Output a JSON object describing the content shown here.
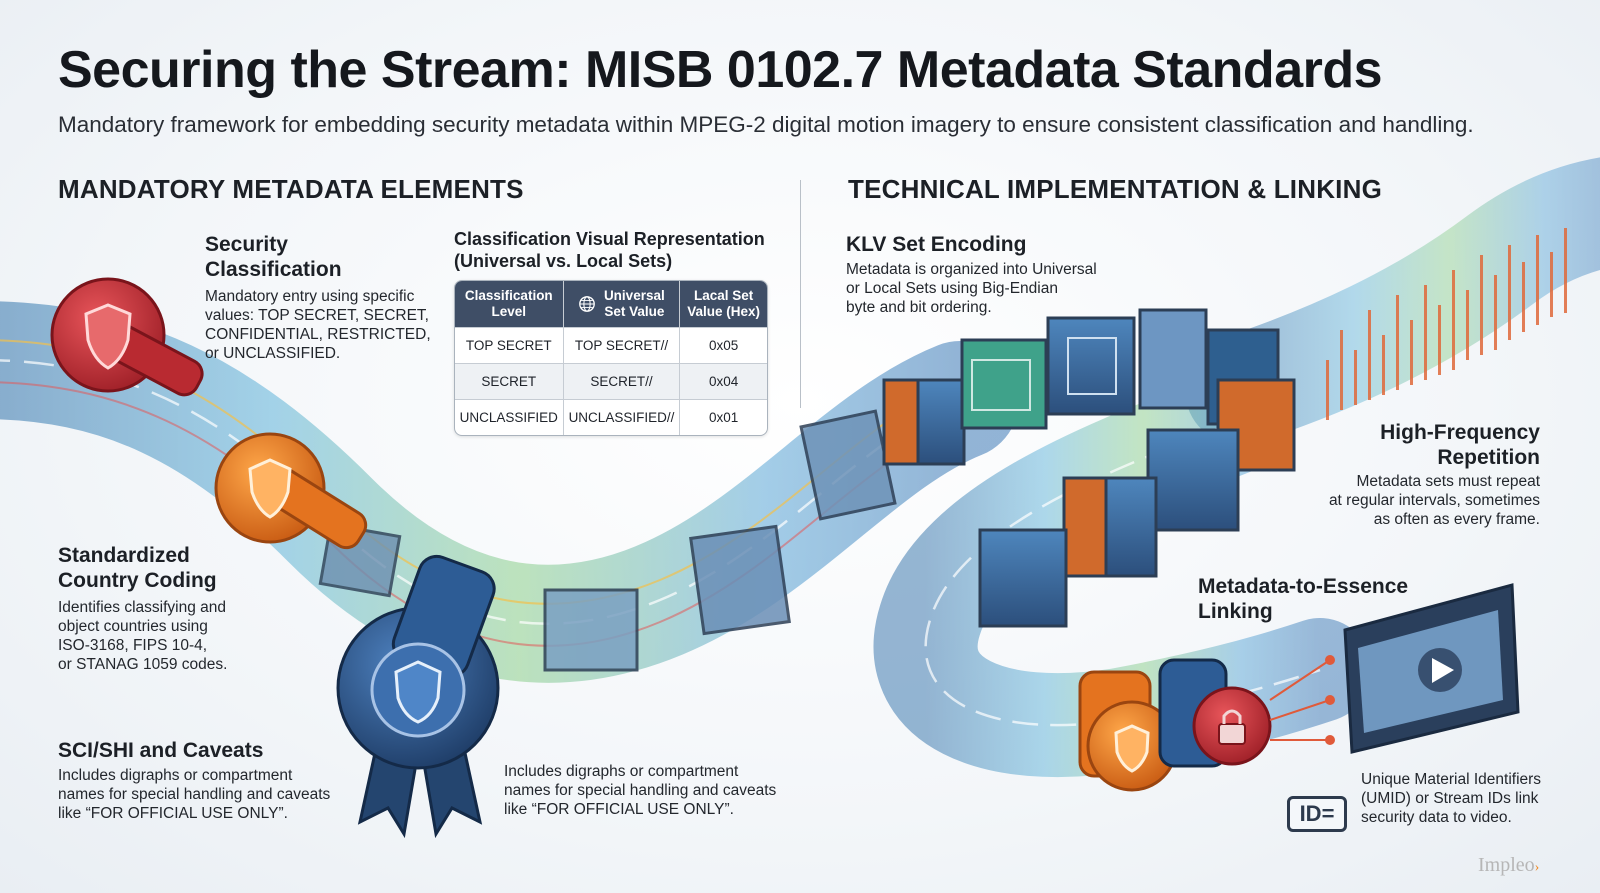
{
  "header": {
    "title": "Securing the Stream: MISB 0102.7 Metadata Standards",
    "subtitle": "Mandatory framework for embedding security metadata within MPEG-2 digital motion imagery to ensure consistent classification and handling."
  },
  "left": {
    "heading": "MANDATORY METADATA ELEMENTS",
    "security": {
      "title_line1": "Security",
      "title_line2": "Classification",
      "body": [
        "Mandatory entry using specific",
        "values: TOP SECRET, SECRET,",
        "CONFIDENTIAL, RESTRICTED,",
        "or UNCLASSIFIED."
      ]
    },
    "country": {
      "title_line1": "Standardized",
      "title_line2": "Country Coding",
      "body": [
        "Identifies classifying and",
        "object countries using",
        "ISO-3168, FIPS 10-4,",
        "or STANAG 1059 codes."
      ]
    },
    "sci": {
      "title": "SCI/SHI and Caveats",
      "body": [
        "Includes digraphs or compartment",
        "names for special handling and caveats",
        "like “FOR OFFICIAL USE ONLY”."
      ]
    },
    "mid_note": {
      "body": [
        "Includes digraphs or compartment",
        "names for special handling and caveats",
        "like “FOR OFFICIAL USE ONLY”."
      ]
    }
  },
  "table": {
    "title_line1": "Classification Visual Representation",
    "title_line2": "(Universal vs. Local Sets)",
    "headers": [
      {
        "line1": "Classification",
        "line2": "Level"
      },
      {
        "line1": "Universal",
        "line2": "Set Value"
      },
      {
        "line1": "Lacal Set",
        "line2": "Value (Hex)"
      }
    ],
    "rows": [
      [
        "TOP SECRET",
        "TOP SECRET//",
        "0x05"
      ],
      [
        "SECRET",
        "SECRET//",
        "0x04"
      ],
      [
        "UNCLASSIFIED",
        "UNCLASSIFIED//",
        "0x01"
      ]
    ]
  },
  "right": {
    "heading": "TECHNICAL IMPLEMENTATION & LINKING",
    "klv": {
      "title": "KLV Set Encoding",
      "body": [
        "Metadata is organized into Universal",
        "or Local Sets using Big-Endian",
        "byte and bit ordering."
      ]
    },
    "freq": {
      "title_line1": "High-Frequency",
      "title_line2": "Repetition",
      "body": [
        "Metadata sets must repeat",
        "at regular intervals, sometimes",
        "as often as every frame."
      ]
    },
    "linking": {
      "title_line1": "Metadata-to-Essence",
      "title_line2": "Linking",
      "body": [
        "Unique Material Identifiers",
        "(UMID) or Stream IDs link",
        "security data to video."
      ],
      "badge": "ID="
    }
  },
  "logo": "Impleo",
  "colors": {
    "red": "#c9343a",
    "orange": "#ec7a22",
    "blue": "#2f5d94",
    "tube": "#5fa8d8",
    "header_bg": "#3f4e66"
  },
  "icons": [
    "shield-icon",
    "globe-icon",
    "lock-icon",
    "play-icon",
    "id-icon"
  ]
}
